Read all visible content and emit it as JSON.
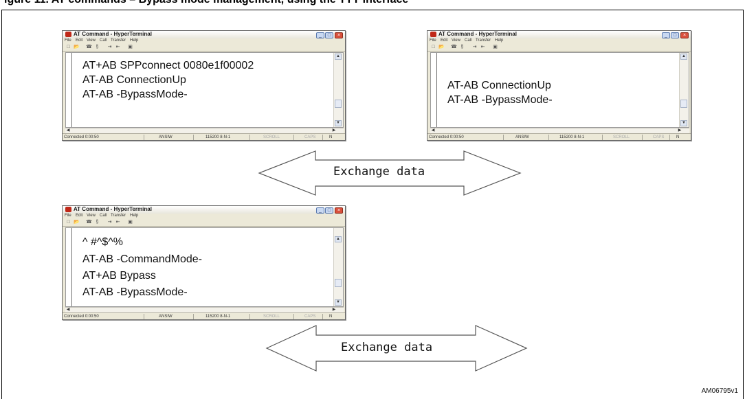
{
  "figure": {
    "title": "igure 11. AT commands – Bypass mode management, using the TTY interface",
    "id": "AM06795v1"
  },
  "window_chrome": {
    "title": "AT Command - HyperTerminal",
    "menu": [
      "File",
      "Edit",
      "View",
      "Call",
      "Transfer",
      "Help"
    ],
    "toolbar_icons": [
      "new-icon",
      "open-icon",
      "phone-icon",
      "disconnect-icon",
      "send-icon",
      "receive-icon",
      "properties-icon"
    ],
    "toolbar_glyphs": [
      "□",
      "📂",
      "☎",
      "§",
      "⇥",
      "⇤",
      "▣"
    ],
    "buttons": {
      "minimize": "_",
      "maximize": "□",
      "close": "×"
    },
    "status": {
      "connected": "Connected 0:00:50",
      "emulation": "ANSIW",
      "settings": "115200 8-N-1",
      "scroll": "SCROLL",
      "caps": "CAPS",
      "num": "N"
    }
  },
  "windows": [
    {
      "name": "window-top-left",
      "lines": [
        "AT+AB SPPconnect 0080e1f00002",
        "AT-AB ConnectionUp",
        "AT-AB -BypassMode-"
      ]
    },
    {
      "name": "window-top-right",
      "lines": [
        "AT-AB ConnectionUp",
        "AT-AB -BypassMode-"
      ]
    },
    {
      "name": "window-bottom-left",
      "lines": [
        "^ #^$^%",
        "AT-AB -CommandMode-",
        "AT+AB Bypass",
        "AT-AB -BypassMode-"
      ]
    }
  ],
  "arrows": [
    {
      "label": "Exchange data"
    },
    {
      "label": "Exchange data"
    }
  ],
  "colors": {
    "window_bg": "#ece9d8",
    "close_button": "#d9503c",
    "app_icon": "#c02818",
    "arrow_stroke": "#555555"
  }
}
